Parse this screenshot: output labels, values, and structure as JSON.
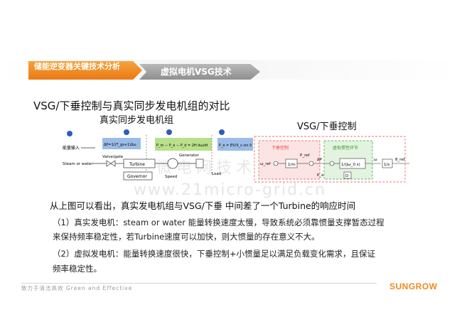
{
  "header": {
    "tab_primary": "储能逆变器关键技术分析",
    "tab_secondary": "虚拟电机VSG技术"
  },
  "slide": {
    "title": "VSG/下垂控制与真实同步发电机组的对比",
    "left_subtitle": "真实同步发电机组",
    "right_subtitle": "VSG/下垂控制"
  },
  "diagram_left": {
    "energy_input": "能量输入",
    "steam": "Steam or water",
    "valve": "Valve/gate",
    "turbine": "Turbine",
    "governor": "Governor",
    "generator": "Generator",
    "speed": "Speed",
    "load": "Load",
    "eq_turbine": "ΔP=1/(T_gs+1)Δω",
    "eq_gen": "P_m − P_e − P_d = 2H dω/dt",
    "eq_load": "P_e = EV/X_s sin δ"
  },
  "diagram_right": {
    "droop_label": "下垂控制",
    "inertia_label": "虚拟惯性环节",
    "omega_ref": "ω_ref",
    "p_ref": "P_ref",
    "delta_p": "ΔP",
    "tf_droop": "1/m",
    "tf_inertia": "1/(Jω_0 s)",
    "tf_int": "1/s",
    "theta_ref": "θ_ref",
    "omega_out": "ω",
    "pe": "P_e",
    "d_label": "D"
  },
  "body": {
    "intro": "从上图可以看出，真实发电机组与VSG/下垂  中间差了一个Turbine的响应时间",
    "point1_line1": "（1）真实发电机：steam or water 能量转换速度太慢，导致系统必须靠惯量支撑暂态过程",
    "point1_line2": "来保持频率稳定性，若Turbine速度可以加快，则大惯量的存在意义不大。",
    "point2_line1": "（2）虚拟发电机：能量转换速度很快，下垂控制+小惯量足以满足负载变化需求，且保证",
    "point2_line2": "频率稳定性。"
  },
  "footer": {
    "slogan": "致力于清洁高效  Green and Effective",
    "logo": "SUNGROW"
  },
  "watermark": {
    "url": "www.21micro-grid.cn",
    "cn": "微电网技术"
  },
  "colors": {
    "accent_orange": "#e97a16",
    "tab_gray": "#9a9a9a",
    "box_green": "#b9e08a",
    "box_blue": "#9bbce6",
    "dot_blue": "#2f5bbd",
    "droop_red": "#e64a4a",
    "inertia_green": "#3a9b3a"
  }
}
